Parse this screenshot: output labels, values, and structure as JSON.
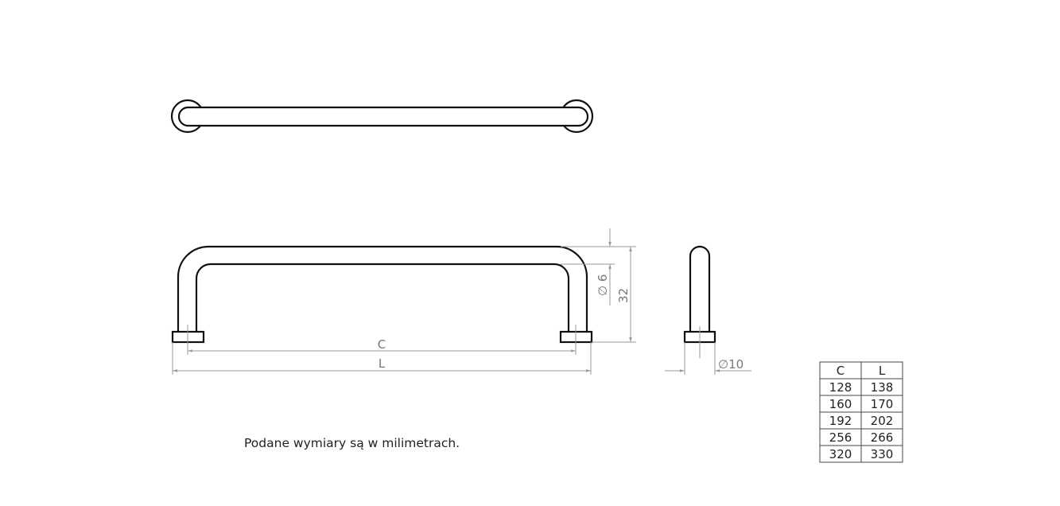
{
  "dimensions": {
    "c_label": "C",
    "l_label": "L",
    "diameter_rod": "∅ 6",
    "height": "32",
    "diameter_base": "∅10"
  },
  "table": {
    "headers": [
      "C",
      "L"
    ],
    "rows": [
      [
        "128",
        "138"
      ],
      [
        "160",
        "170"
      ],
      [
        "192",
        "202"
      ],
      [
        "256",
        "266"
      ],
      [
        "320",
        "330"
      ]
    ]
  },
  "note": "Podane wymiary są w milimetrach."
}
